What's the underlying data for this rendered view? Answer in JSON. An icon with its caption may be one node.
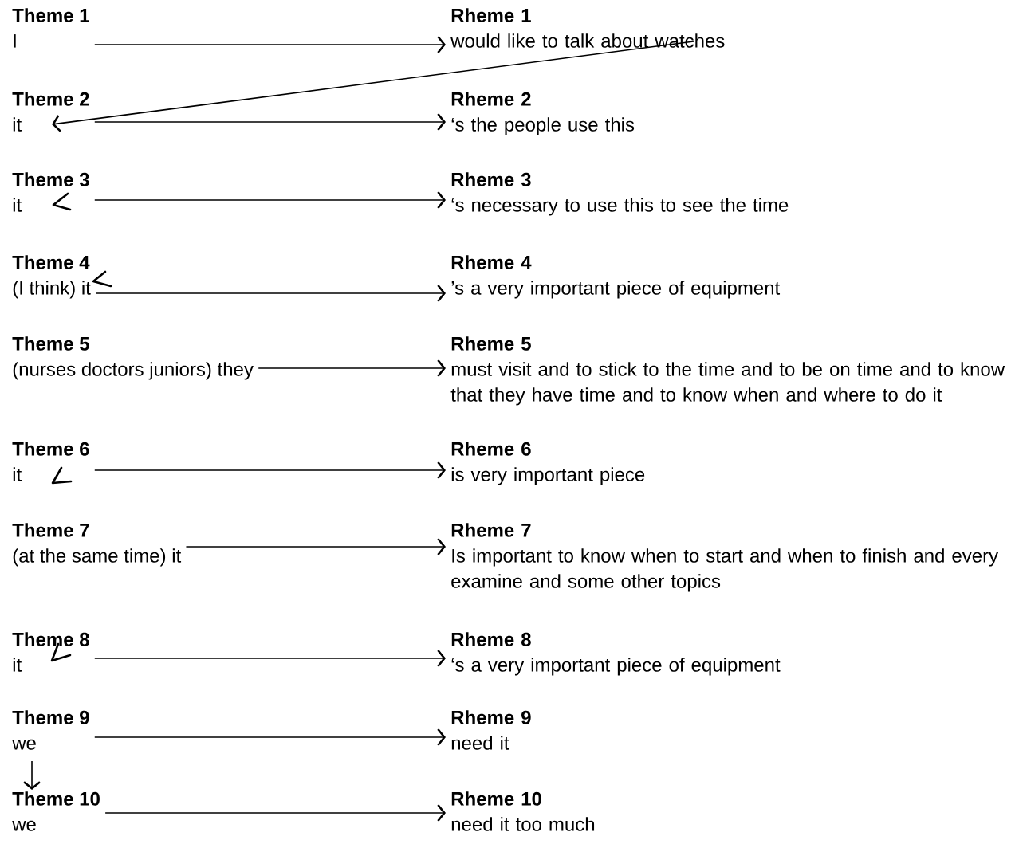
{
  "diagram": {
    "nodes": [
      {
        "text": [
          "Theme 1",
          "I"
        ]
      },
      {
        "text": [
          "Rheme 1",
          "would like to talk about watches"
        ]
      },
      {
        "text": [
          "Theme 2",
          "it"
        ]
      },
      {
        "text": [
          "Rheme 2",
          "‘s the people use this"
        ]
      },
      {
        "text": [
          "Theme 3",
          "it"
        ]
      },
      {
        "text": [
          "Rheme 3",
          "‘s necessary to use this to see the time"
        ]
      },
      {
        "text": [
          "Theme 4",
          "(I think) it"
        ]
      },
      {
        "text": [
          "Rheme 4",
          "’s a very important piece of equipment"
        ]
      },
      {
        "text": [
          "Theme 5",
          "(nurses doctors juniors) they"
        ]
      },
      {
        "text": [
          "Rheme 5",
          "must visit and to stick to the time and to be on time and to know that they have time and to know when and where to do it"
        ]
      },
      {
        "text": [
          "Theme 6",
          "it"
        ]
      },
      {
        "text": [
          "Rheme 6",
          "is very important piece"
        ]
      },
      {
        "text": [
          "Theme 7",
          "(at the same time) it"
        ]
      },
      {
        "text": [
          "Rheme 7",
          "Is important to know when to start and when to finish and every examine and some other topics"
        ]
      },
      {
        "text": [
          "Theme 8",
          "it"
        ]
      },
      {
        "text": [
          "Rheme 8",
          "‘s a very important piece of equipment"
        ]
      },
      {
        "text": [
          "Theme 9",
          "we"
        ]
      },
      {
        "text": [
          "Rheme 9",
          "need it"
        ]
      },
      {
        "text": [
          "Theme 10",
          "we"
        ]
      },
      {
        "text": [
          "Rheme 10",
          "need it too much"
        ]
      }
    ],
    "edges": [
      {
        "from": 0,
        "to": 1,
        "arrow": "to"
      },
      {
        "from": 2,
        "to": 3,
        "arrow": "to"
      },
      {
        "from": 4,
        "to": 5,
        "arrow": "to"
      },
      {
        "from": 6,
        "to": 7,
        "arrow": "to"
      },
      {
        "from": 8,
        "to": 9,
        "arrow": "to"
      },
      {
        "from": 10,
        "to": 11,
        "arrow": "to"
      },
      {
        "from": 12,
        "to": 13,
        "arrow": "to"
      },
      {
        "from": 14,
        "to": 15,
        "arrow": "to"
      },
      {
        "from": 16,
        "to": 17,
        "arrow": "to"
      },
      {
        "from": 18,
        "to": 19,
        "arrow": "to"
      },
      {
        "from": 1,
        "to": 2,
        "arrow": "to"
      },
      {
        "from": 16,
        "to": 18,
        "arrow": "to"
      }
    ]
  }
}
